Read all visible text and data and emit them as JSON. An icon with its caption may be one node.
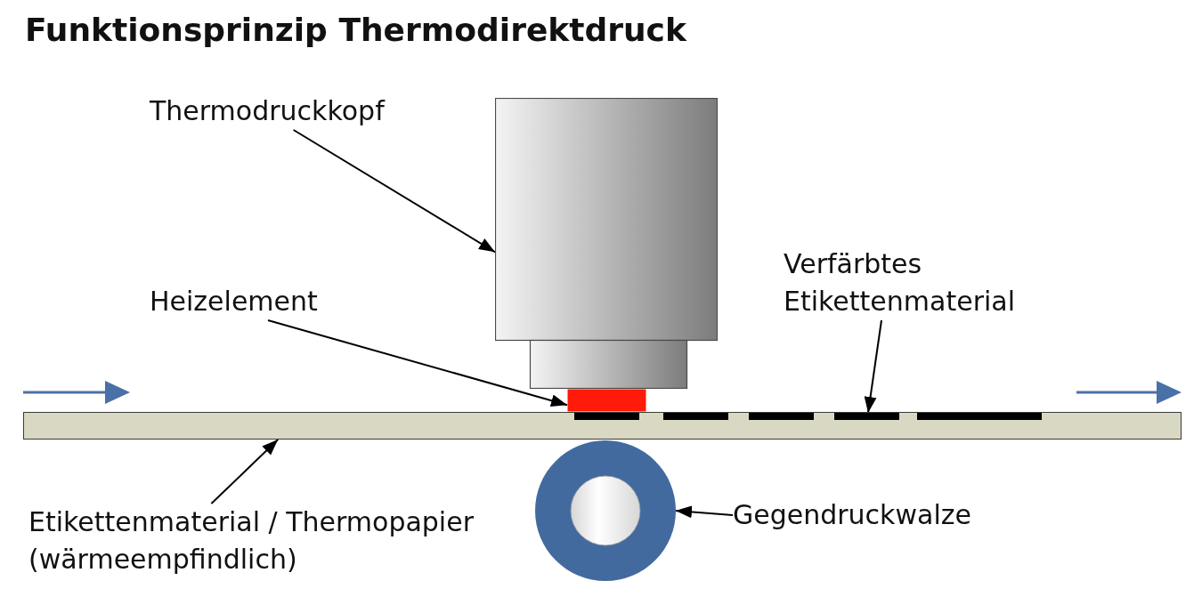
{
  "diagram": {
    "title": "Funktionsprinzip Thermodirektdruck",
    "nodes": [
      {
        "text": [
          "Thermodruckkopf"
        ]
      },
      {
        "text": [],
        "shape": "box"
      },
      {
        "text": [
          "Heizelement"
        ]
      },
      {
        "text": [],
        "shape": "box"
      },
      {
        "text": [
          "Verfärbtes Etikettenmaterial"
        ]
      },
      {
        "text": [],
        "shape": "bar"
      },
      {
        "text": [],
        "shape": "bar",
        "in": 5
      },
      {
        "text": [],
        "shape": "circle"
      },
      {
        "text": [
          "Gegendruckwalze"
        ]
      },
      {
        "text": [
          "Etikettenmaterial / Thermopapier (wärmeempfindlich)"
        ]
      }
    ],
    "edges": [
      {
        "from": 0,
        "to": 1,
        "arrow": "to"
      },
      {
        "from": 2,
        "to": 3,
        "arrow": "to"
      },
      {
        "from": 4,
        "to": 6,
        "arrow": "to"
      },
      {
        "from": 8,
        "to": 7,
        "arrow": "to"
      },
      {
        "from": 9,
        "to": 5,
        "arrow": "to"
      }
    ]
  }
}
